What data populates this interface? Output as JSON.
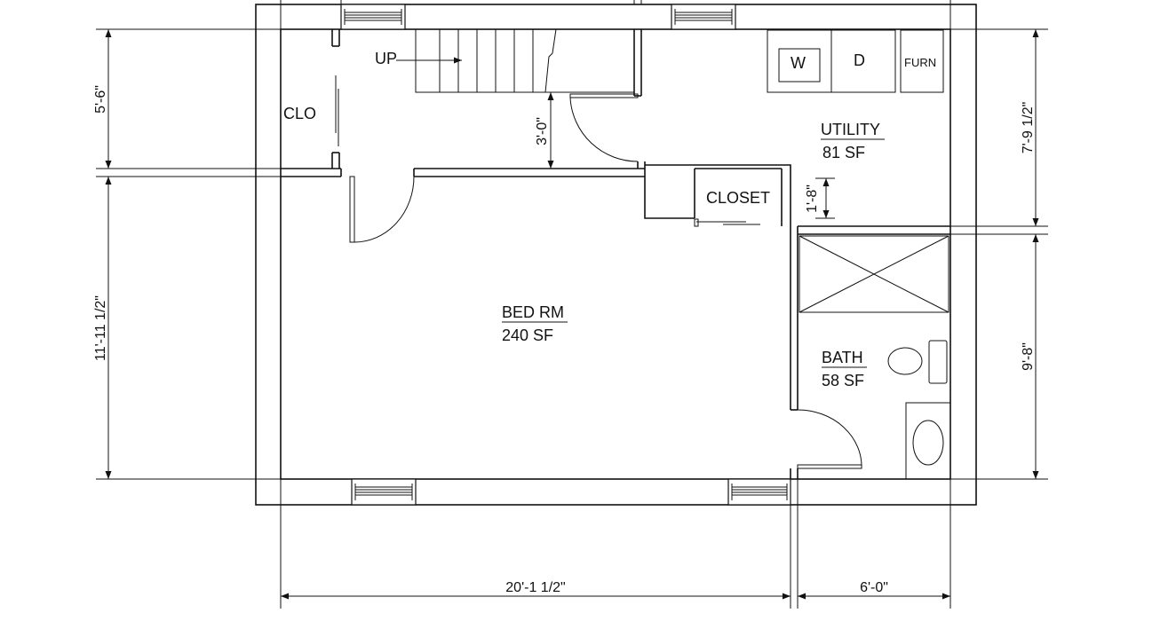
{
  "rooms": {
    "bedroom": {
      "name": "BED RM",
      "area": "240 SF"
    },
    "utility": {
      "name": "UTILITY",
      "area": "81 SF"
    },
    "bath": {
      "name": "BATH",
      "area": "58 SF"
    },
    "closet": {
      "name": "CLOSET"
    },
    "clo": {
      "name": "CLO"
    }
  },
  "stairs": {
    "label": "UP"
  },
  "appliances": {
    "washer": "W",
    "dryer": "D",
    "furnace": "FURN"
  },
  "dimensions": {
    "left_upper": "5'-6\"",
    "left_lower": "11'-11 1/2\"",
    "right_upper": "7'-9 1/2\"",
    "right_lower": "9'-8\"",
    "bottom_left": "20'-1 1/2\"",
    "bottom_right": "6'-0\"",
    "stair_clear": "3'-0\"",
    "closet_depth": "1'-8\""
  }
}
